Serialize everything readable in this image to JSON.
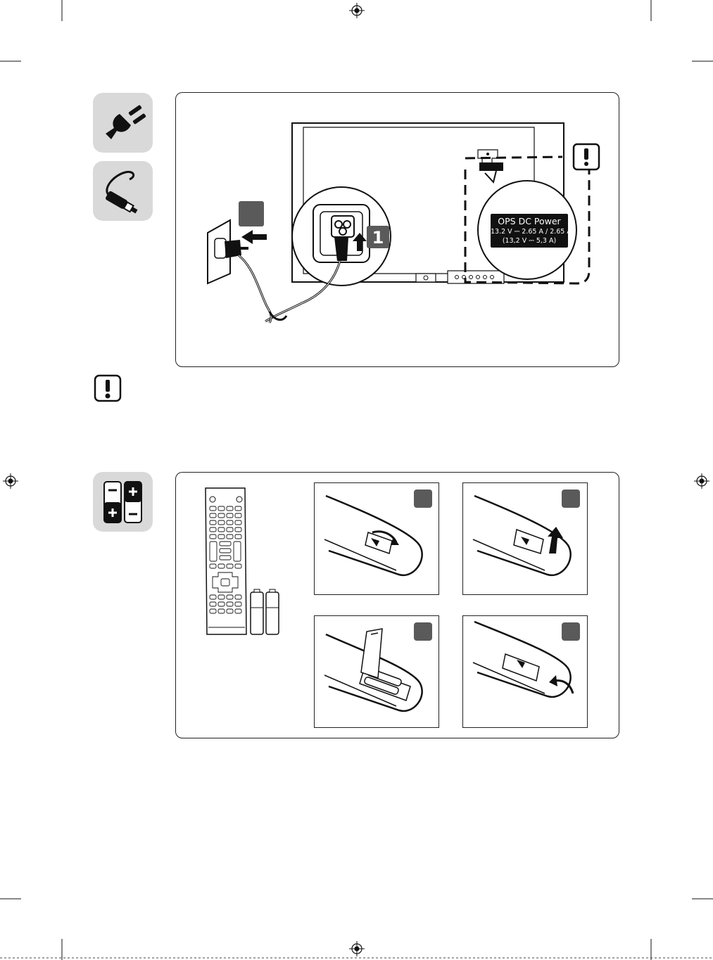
{
  "power_panel": {
    "step_one_label": "1",
    "ops_label": {
      "title": "OPS DC Power",
      "line1": "13.2 V ⎓ 2.65 A / 2.65 A",
      "line2": "(13,2 V ⎓ 5,3 A)"
    }
  },
  "icons": {
    "side": [
      "power-plug-icon",
      "power-cord-icon",
      "batteries-icon"
    ],
    "warning": [
      "warning-icon"
    ],
    "crop_marks": [
      "registration-mark-icon"
    ]
  },
  "colors": {
    "icon_tile": "#d9d9d9",
    "step_badge": "#5a5a5a",
    "line": "#222222"
  }
}
